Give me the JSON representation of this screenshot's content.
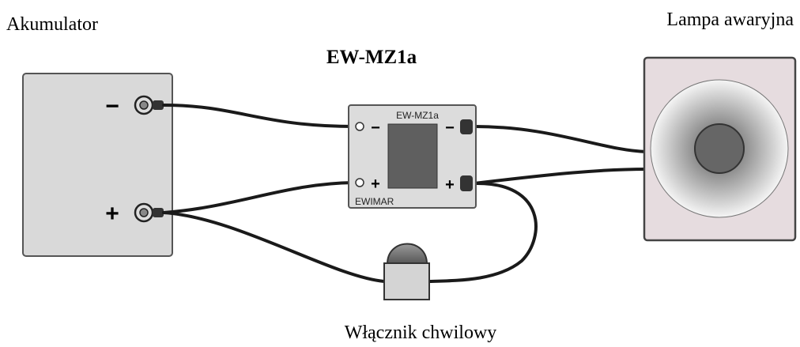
{
  "labels": {
    "battery": "Akumulator",
    "lamp": "Lampa awaryjna",
    "title": "EW-MZ1a",
    "switch": "Włącznik chwilowy"
  },
  "module": {
    "name": "EW-MZ1a",
    "brand": "EWIMAR"
  },
  "signs": {
    "minus": "−",
    "plus": "+"
  },
  "colors": {
    "battery_fill": "#d9d9d9",
    "module_fill": "#dcdcdc",
    "lamp_fill": "#e6dcdf",
    "wire": "#1a1a1a"
  }
}
